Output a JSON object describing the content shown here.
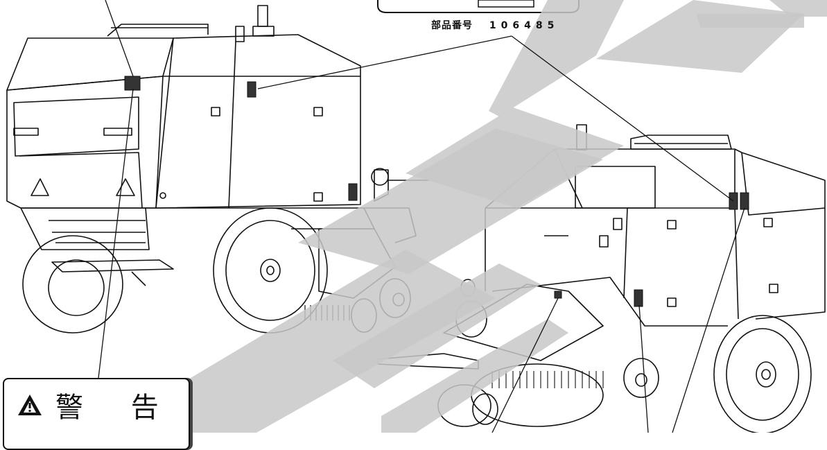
{
  "part_number": {
    "label": "部品番号",
    "value": "106485"
  },
  "warning_label": {
    "title": "警 告",
    "icon": "warning-triangle-icon"
  },
  "colors": {
    "line_art": "#111111",
    "watermark": "#c8c8c8",
    "decal": "#333333",
    "background": "#ffffff"
  }
}
